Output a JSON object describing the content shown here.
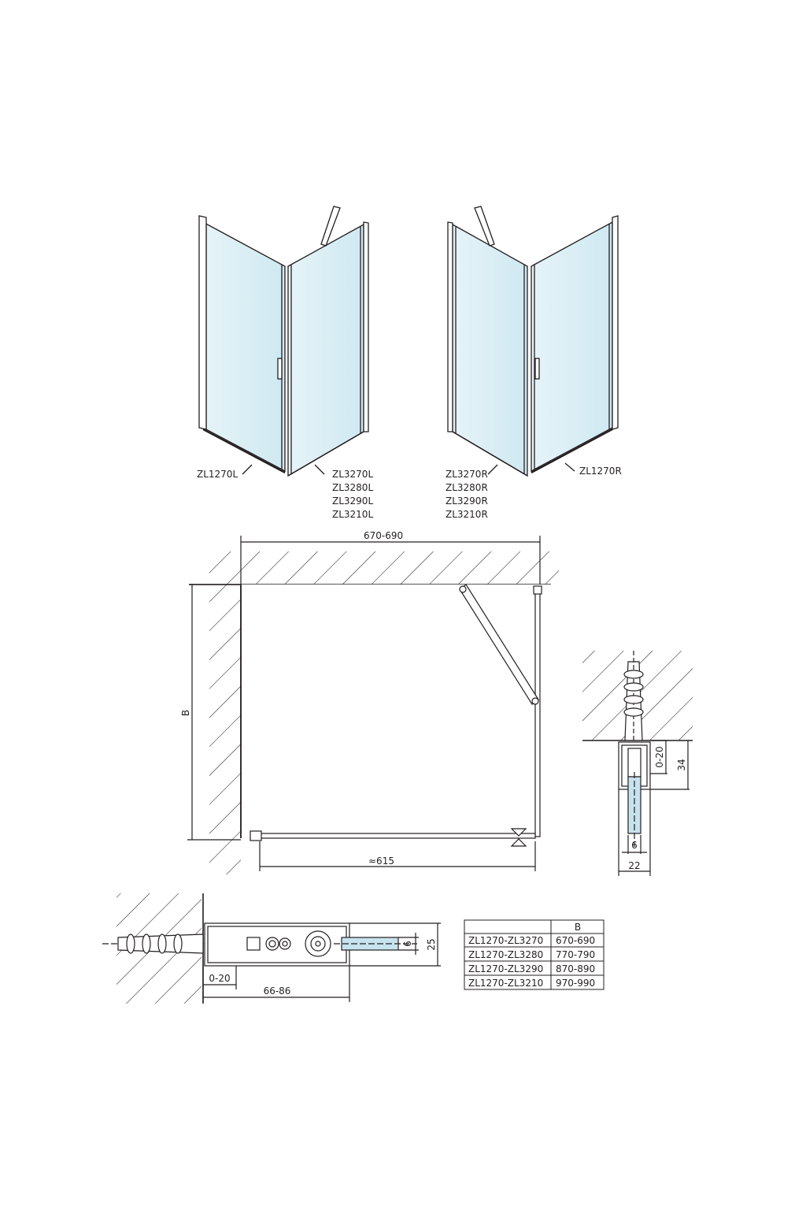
{
  "colors": {
    "line": "#231f20",
    "glass": "#d9eef4",
    "glass_blue": "#c6e3ee",
    "hatch": "#231f20"
  },
  "views": {
    "left": {
      "door_code": "ZL1270L",
      "panel_codes": [
        "ZL3270L",
        "ZL3280L",
        "ZL3290L",
        "ZL3210L"
      ]
    },
    "right": {
      "door_code": "ZL1270R",
      "panel_codes": [
        "ZL3270R",
        "ZL3280R",
        "ZL3290R",
        "ZL3210R"
      ]
    }
  },
  "plan": {
    "width_dim": "670-690",
    "depth_dim": "B",
    "door_dim": "≈615"
  },
  "detail_side": {
    "adjust_dim": "0-20",
    "profile_dim": "34",
    "glass_dim": "6",
    "width_dim": "22"
  },
  "detail_bottom": {
    "adjust_dim": "0-20",
    "length_dim": "66-86",
    "glass_dim": "6",
    "height_dim": "25"
  },
  "table": {
    "headers": [
      "",
      "B"
    ],
    "rows": [
      [
        "ZL1270-ZL3270",
        "670-690"
      ],
      [
        "ZL1270-ZL3280",
        "770-790"
      ],
      [
        "ZL1270-ZL3290",
        "870-890"
      ],
      [
        "ZL1270-ZL3210",
        "970-990"
      ]
    ]
  }
}
